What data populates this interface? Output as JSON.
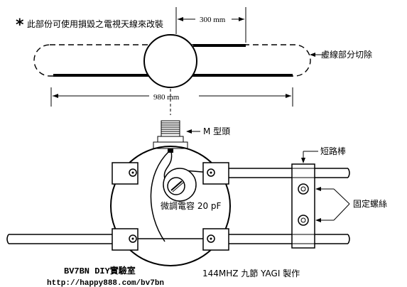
{
  "labels": {
    "note_star": "*",
    "note": "此部份可使用損毀之電視天線來改裝",
    "dim_300": "300 mm",
    "dashed_part": "虛線部分切除",
    "dim_980": "980 mm",
    "connector": "M 型頭",
    "short_bar": "短路棒",
    "capacitor": "微調電容 20 pF",
    "screws": "固定螺絲",
    "lab_name": "BV7BN  DIY實驗室",
    "lab_url": "http://happy888.com/bv7bn",
    "project": "144MHZ 九節 YAGI 製作"
  }
}
